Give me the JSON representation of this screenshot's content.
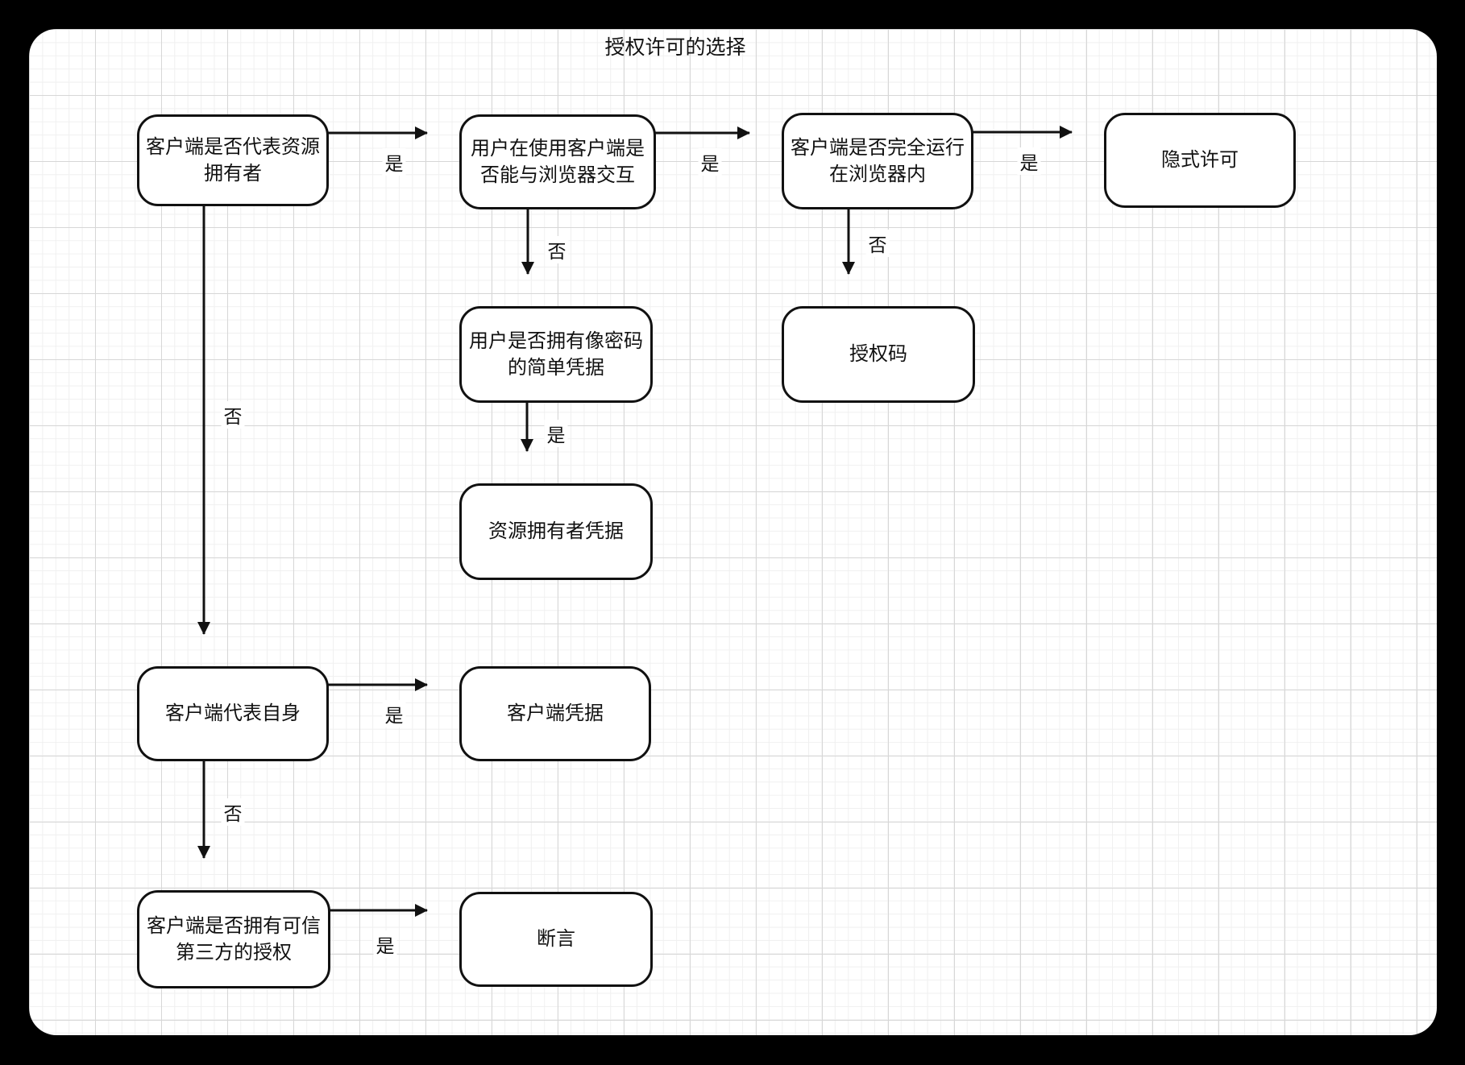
{
  "title": "授权许可的选择",
  "colors": {
    "frame": "#000000",
    "canvas": "#ffffff",
    "stroke": "#111111",
    "grid_minor": "#f0f0f0",
    "grid_major": "#d7d7d7"
  },
  "diagram": {
    "nodes": [
      {
        "id": "client-on-behalf-of-owner",
        "lines": [
          "客户端是否代表资源",
          "拥有者"
        ]
      },
      {
        "id": "user-can-interact-with-browser",
        "lines": [
          "用户在使用客户端是",
          "否能与浏览器交互"
        ]
      },
      {
        "id": "client-runs-entirely-in-browser",
        "lines": [
          "客户端是否完全运行",
          "在浏览器内"
        ]
      },
      {
        "id": "implicit-grant",
        "lines": [
          "隐式许可"
        ]
      },
      {
        "id": "user-has-password-like-credentials",
        "lines": [
          "用户是否拥有像密码",
          "的简单凭据"
        ]
      },
      {
        "id": "authorization-code",
        "lines": [
          "授权码"
        ]
      },
      {
        "id": "resource-owner-credentials",
        "lines": [
          "资源拥有者凭据"
        ]
      },
      {
        "id": "client-acts-for-itself",
        "lines": [
          "客户端代表自身"
        ]
      },
      {
        "id": "client-credentials",
        "lines": [
          "客户端凭据"
        ]
      },
      {
        "id": "client-has-trusted-third-party-authorization",
        "lines": [
          "客户端是否拥有可信",
          "第三方的授权"
        ]
      },
      {
        "id": "assertion",
        "lines": [
          "断言"
        ]
      }
    ],
    "edges": [
      {
        "from": "client-on-behalf-of-owner",
        "to": "user-can-interact-with-browser",
        "label": "是"
      },
      {
        "from": "user-can-interact-with-browser",
        "to": "client-runs-entirely-in-browser",
        "label": "是"
      },
      {
        "from": "client-runs-entirely-in-browser",
        "to": "implicit-grant",
        "label": "是"
      },
      {
        "from": "user-can-interact-with-browser",
        "to": "user-has-password-like-credentials",
        "label": "否"
      },
      {
        "from": "client-runs-entirely-in-browser",
        "to": "authorization-code",
        "label": "否"
      },
      {
        "from": "user-has-password-like-credentials",
        "to": "resource-owner-credentials",
        "label": "是"
      },
      {
        "from": "client-on-behalf-of-owner",
        "to": "client-acts-for-itself",
        "label": "否"
      },
      {
        "from": "client-acts-for-itself",
        "to": "client-credentials",
        "label": "是"
      },
      {
        "from": "client-acts-for-itself",
        "to": "client-has-trusted-third-party-authorization",
        "label": "否"
      },
      {
        "from": "client-has-trusted-third-party-authorization",
        "to": "assertion",
        "label": "是"
      }
    ]
  }
}
